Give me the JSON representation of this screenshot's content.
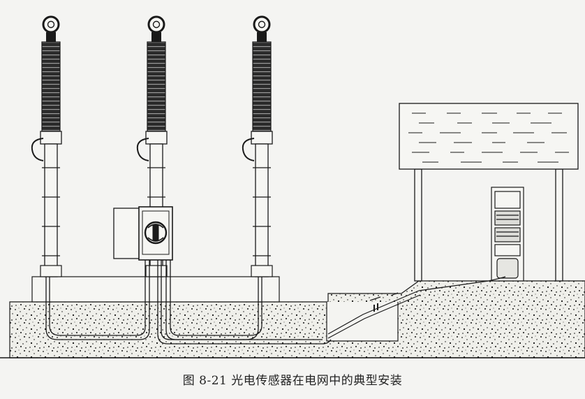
{
  "figure": {
    "caption": "图 8-21   光电传感器在电网中的典型安装"
  },
  "colors": {
    "background": "#f4f4f2",
    "line": "#1a1a1a",
    "ground_fill": "#eeeeea",
    "insulator": "#2b2b2b"
  },
  "icons": {
    "insulator": "porcelain-insulator-stack",
    "sensor_box": "sensor-junction-box",
    "control_cabinet": "control-cabinet",
    "building": "control-room-roof"
  }
}
